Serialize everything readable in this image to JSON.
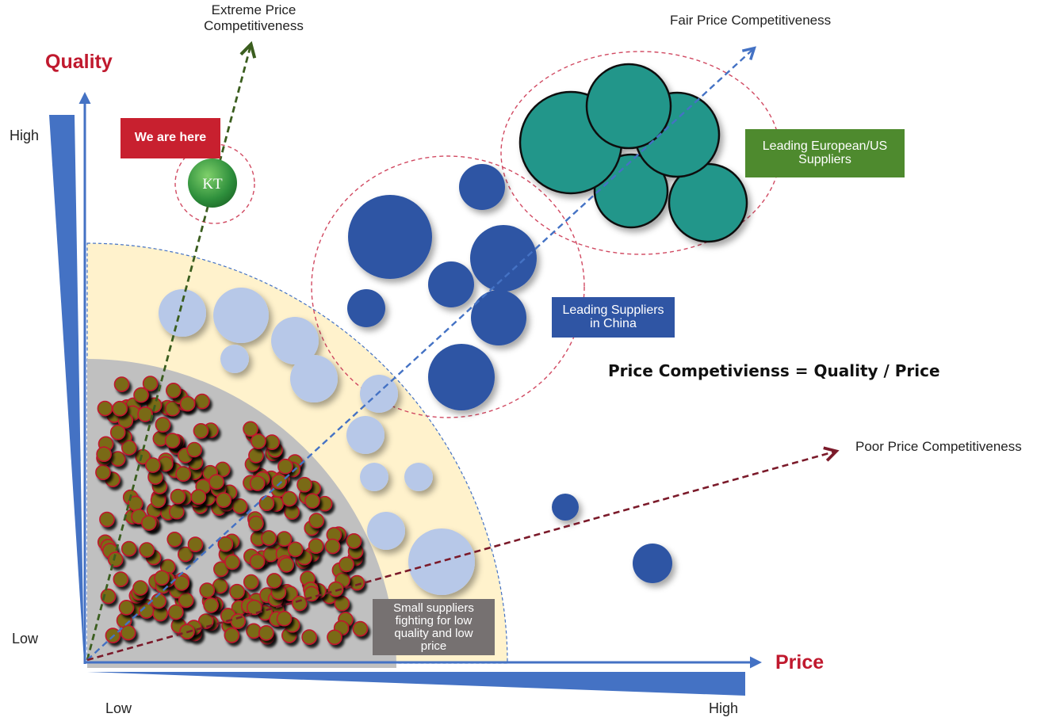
{
  "axes": {
    "y_title": "Quality",
    "x_title": "Price",
    "y_high": "High",
    "y_low": "Low",
    "x_low": "Low",
    "x_high": "High"
  },
  "lines": {
    "extreme": "Extreme Price\nCompetitiveness",
    "fair": "Fair Price Competitiveness",
    "poor": "Poor Price Competitiveness"
  },
  "labels": {
    "we_are_here": "We are here",
    "kt": "KT",
    "european": "Leading European/US\nSuppliers",
    "china": "Leading Suppliers\nin China",
    "small": "Small suppliers\nfighting for low\nquality and low\nprice",
    "formula": "Price Competivienss = Quality / Price"
  },
  "colors": {
    "axis_blue": "#4472c4",
    "title_red": "#c0192e",
    "teal": "#22968a",
    "navy": "#2f55a4",
    "light_blue": "#b7c8e8",
    "cream": "#fff2cc",
    "gray_zone": "#c0c0c0",
    "small_dot": "#7a6b12",
    "small_dot_ring": "#c0192e",
    "extreme_green": "#3b5e1f",
    "poor_maroon": "#7b1a2a",
    "kt_green": "#3aa346",
    "label_green": "#4e8a2e",
    "label_navy": "#2f55a4",
    "label_gray": "#767171",
    "label_red": "#c8202f"
  }
}
